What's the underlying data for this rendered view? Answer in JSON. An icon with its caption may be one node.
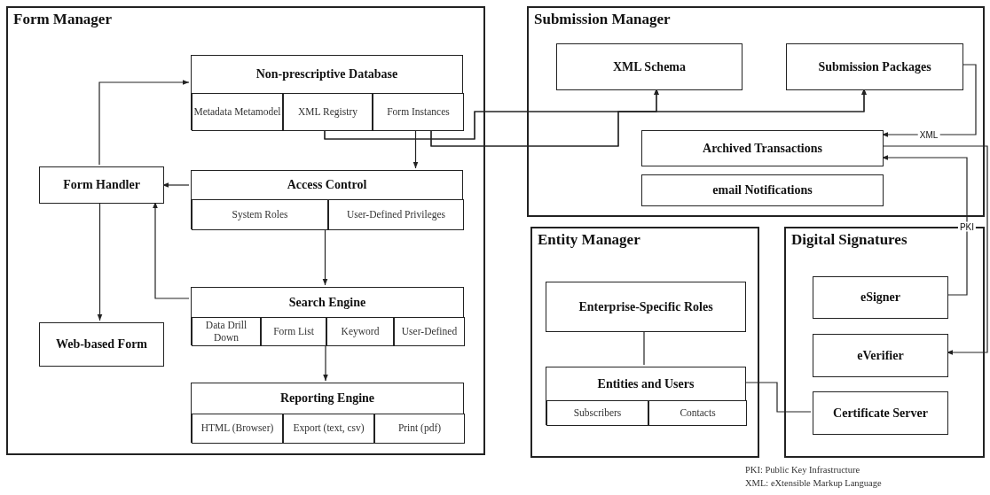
{
  "diagram": {
    "nodes": [
      {
        "text": [
          "Form Manager"
        ]
      },
      {
        "text": [
          "Non-prescriptive Database"
        ],
        "in": 0
      },
      {
        "text": [
          "Metadata Metamodel"
        ],
        "in": 1
      },
      {
        "text": [
          "XML Registry"
        ],
        "in": 1
      },
      {
        "text": [
          "Form Instances"
        ],
        "in": 1
      },
      {
        "text": [
          "Form Handler"
        ],
        "in": 0
      },
      {
        "text": [
          "Access Control"
        ],
        "in": 0
      },
      {
        "text": [
          "System Roles"
        ],
        "in": 6
      },
      {
        "text": [
          "User-Defined Privileges"
        ],
        "in": 6
      },
      {
        "text": [
          "Web-based Form"
        ],
        "in": 0
      },
      {
        "text": [
          "Search Engine"
        ],
        "in": 0
      },
      {
        "text": [
          "Data Drill Down"
        ],
        "in": 10
      },
      {
        "text": [
          "Form List"
        ],
        "in": 10
      },
      {
        "text": [
          "Keyword"
        ],
        "in": 10
      },
      {
        "text": [
          "User-Defined"
        ],
        "in": 10
      },
      {
        "text": [
          "Reporting Engine"
        ],
        "in": 0
      },
      {
        "text": [
          "HTML (Browser)"
        ],
        "in": 15
      },
      {
        "text": [
          "Export (text, csv)"
        ],
        "in": 15
      },
      {
        "text": [
          "Print (pdf)"
        ],
        "in": 15
      },
      {
        "text": [
          "Submission Manager"
        ]
      },
      {
        "text": [
          "XML Schema"
        ],
        "in": 19
      },
      {
        "text": [
          "Submission Packages"
        ],
        "in": 19
      },
      {
        "text": [
          "Archived Transactions"
        ],
        "in": 19
      },
      {
        "text": [
          "email Notifications"
        ],
        "in": 19
      },
      {
        "text": [
          "Entity Manager"
        ]
      },
      {
        "text": [
          "Enterprise-Specific Roles"
        ],
        "in": 24
      },
      {
        "text": [
          "Entities and Users"
        ],
        "in": 24
      },
      {
        "text": [
          "Subscribers"
        ],
        "in": 26
      },
      {
        "text": [
          "Contacts"
        ],
        "in": 26
      },
      {
        "text": [
          "Digital Signatures"
        ]
      },
      {
        "text": [
          "eSigner"
        ],
        "in": 29
      },
      {
        "text": [
          "eVerifier"
        ],
        "in": 29
      },
      {
        "text": [
          "Certificate Server"
        ],
        "in": 29
      }
    ],
    "edges": [
      {
        "from": 5,
        "to": 1,
        "arrow": "to"
      },
      {
        "from": 5,
        "to": 9,
        "arrow": "to"
      },
      {
        "from": 6,
        "to": 5,
        "arrow": "to"
      },
      {
        "from": 10,
        "to": 5,
        "arrow": "to"
      },
      {
        "from": 4,
        "to": 6,
        "arrow": "to"
      },
      {
        "from": 6,
        "to": 10,
        "arrow": "to"
      },
      {
        "from": 10,
        "to": 15,
        "arrow": "to"
      },
      {
        "from": 3,
        "to": 20,
        "arrow": "to"
      },
      {
        "from": 3,
        "to": 21,
        "arrow": "to"
      },
      {
        "from": 4,
        "to": 20,
        "arrow": "to"
      },
      {
        "from": 4,
        "to": 21,
        "arrow": "to"
      },
      {
        "from": 21,
        "to": 22,
        "arrow": "to",
        "label": "XML"
      },
      {
        "from": 22,
        "to": 31,
        "arrow": "to"
      },
      {
        "from": 30,
        "to": 22,
        "arrow": "to",
        "label": "PKI"
      },
      {
        "from": 25,
        "to": 26,
        "arrow": "none"
      },
      {
        "from": 26,
        "to": 32,
        "arrow": "none"
      }
    ],
    "labels": [
      "PKI: Public Key Infrastructure",
      "XML: eXtensible Markup Language"
    ]
  }
}
